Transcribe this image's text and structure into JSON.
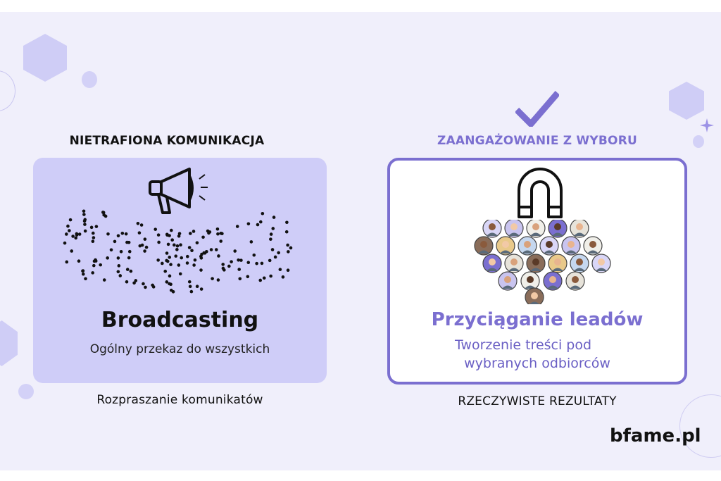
{
  "left": {
    "heading": "NIETRAFIONA KOMUNIKACJA",
    "card_title": "Broadcasting",
    "card_subtitle": "Ogólny przekaz do wszystkich",
    "footer": "Rozpraszanie komunikatów",
    "icon": "megaphone-icon"
  },
  "right": {
    "heading": "ZAANGAŻOWANIE Z WYBORU",
    "card_title": "Przyciąganie leadów",
    "card_subtitle_line1": "Tworzenie treści pod",
    "card_subtitle_line2": "wybranych odbiorców",
    "footer": "RZECZYWISTE REZULTATY",
    "icon": "magnet-icon"
  },
  "brand": "bfame.pl",
  "colors": {
    "accent": "#7b6fd0",
    "card_fill": "#cfcdf8",
    "background": "#f0effb"
  }
}
